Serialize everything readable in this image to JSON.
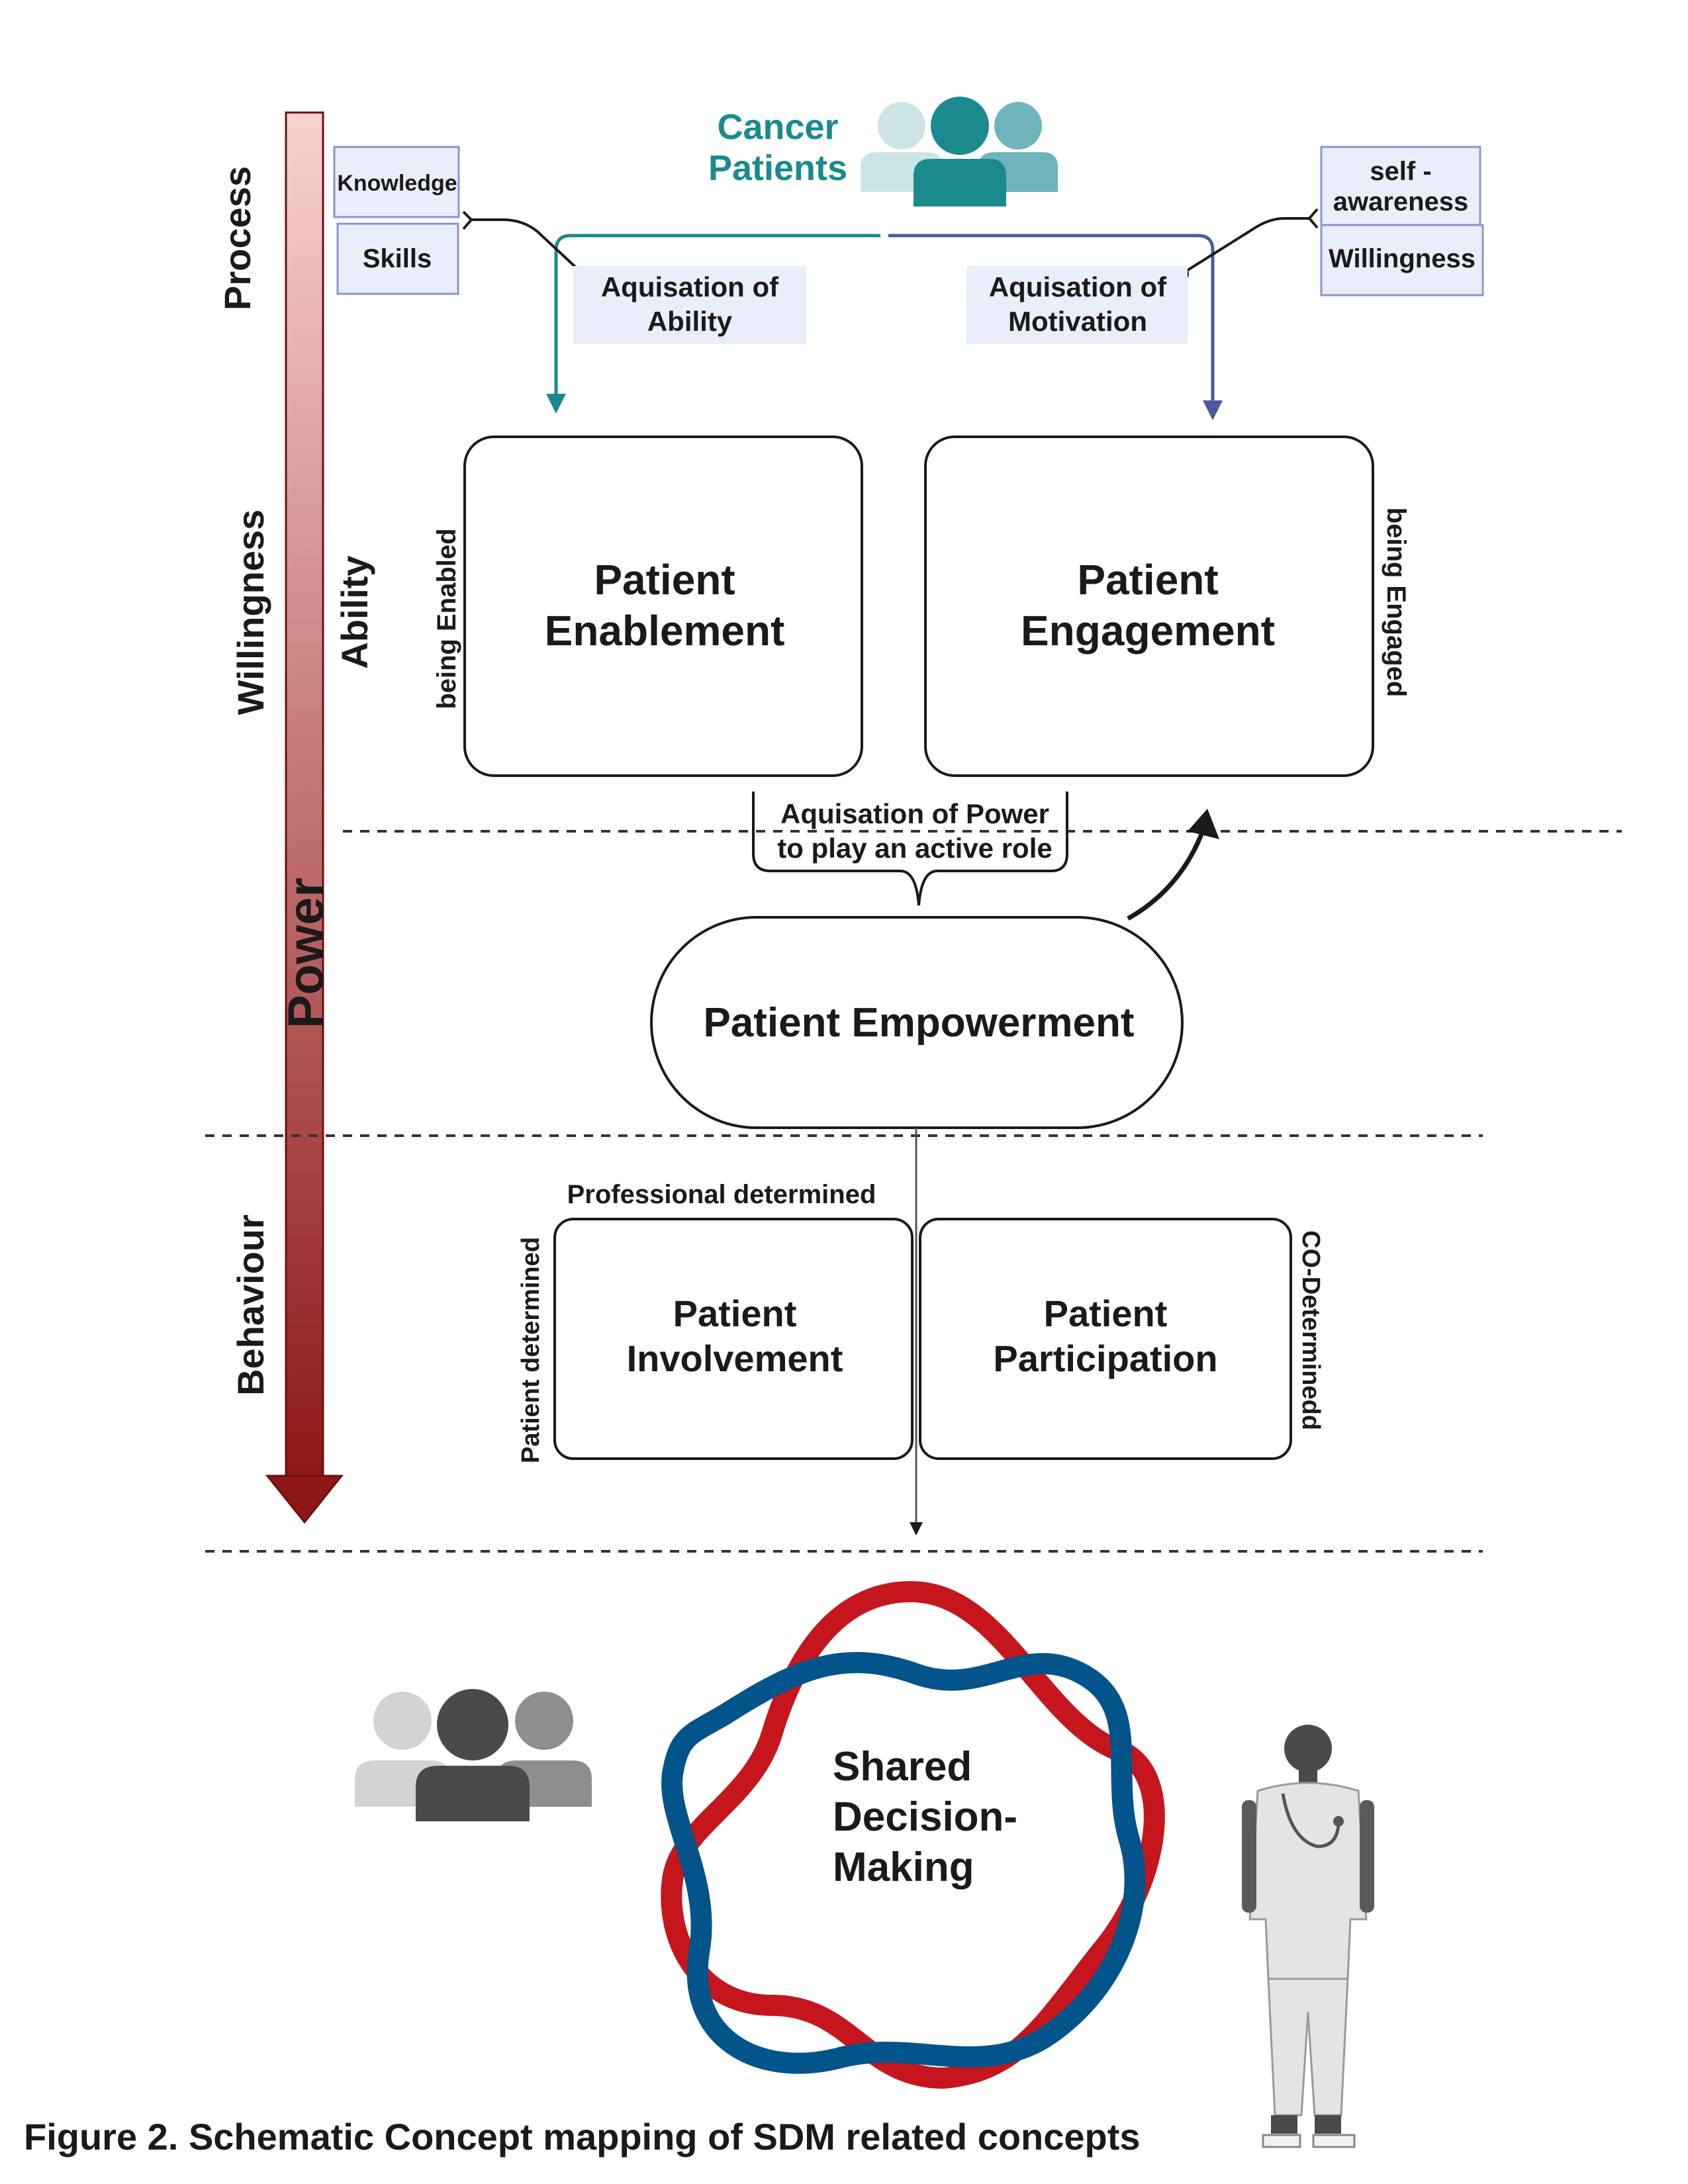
{
  "header": {
    "group_label_line1": "Cancer",
    "group_label_line2": "Patients"
  },
  "process_axis": {
    "process": "Process",
    "willingness": "Willingness",
    "ability": "Ability",
    "power": "Power",
    "behaviour": "Behaviour"
  },
  "inputs_left": {
    "knowledge": "Knowledge",
    "skills": "Skills"
  },
  "inputs_right": {
    "self_awareness_line1": "self -",
    "self_awareness_line2": "awareness",
    "willingness": "Willingness"
  },
  "acquisition": {
    "ability_line1": "Aquisation of",
    "ability_line2": "Ability",
    "motivation_line1": "Aquisation of",
    "motivation_line2": "Motivation",
    "power_line1": "Aquisation of Power",
    "power_line2": "to play an active role"
  },
  "boxes": {
    "enablement_line1": "Patient",
    "enablement_line2": "Enablement",
    "engagement_line1": "Patient",
    "engagement_line2": "Engagement",
    "empowerment": "Patient Empowerment",
    "involvement_line1": "Patient",
    "involvement_line2": "Involvement",
    "participation_line1": "Patient",
    "participation_line2": "Participation"
  },
  "side_labels": {
    "being_enabled": "being Enabled",
    "being_engaged": "being Engaged",
    "professional_determined": "Professional determined",
    "patient_determined": "Patient determined",
    "co_determined": "CO-Determinedd"
  },
  "sdm": {
    "line1": "Shared",
    "line2": "Decision-",
    "line3": "Making"
  },
  "caption": "Figure 2. Schematic Concept mapping of SDM related concepts",
  "colors": {
    "teal": "#1a8a8f",
    "navy": "#4a5a9c",
    "arrow_top": "#f8d2d2",
    "arrow_bottom": "#8e1818",
    "ring_red": "#c4161c",
    "ring_blue": "#03548a",
    "box_fill": "#e9eefa",
    "box_border": "#8795d2"
  },
  "icons": {
    "patients_top": "people-group-icon",
    "patients_bottom": "people-group-icon",
    "doctor": "doctor-figure-icon"
  }
}
